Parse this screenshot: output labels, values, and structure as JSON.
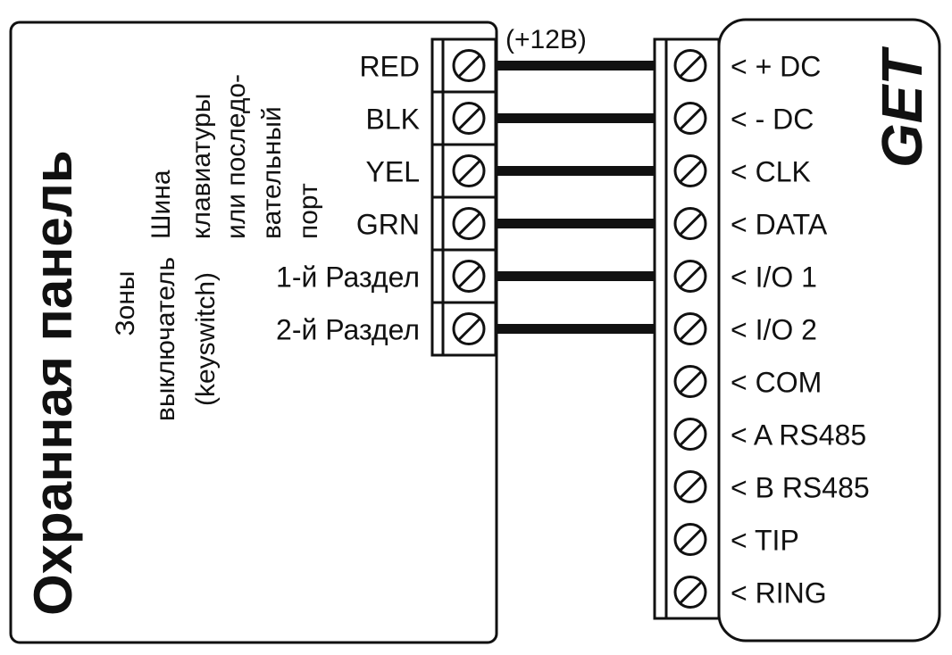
{
  "panel": {
    "title": "Охранная панель",
    "group_keypad_lines": [
      "Шина",
      "клавиатуры",
      "или последо-",
      "вательный",
      "порт"
    ],
    "group_zones_lines": [
      "Зоны",
      "выключатель",
      "(keyswitch)"
    ],
    "terminals": [
      "RED",
      "BLK",
      "YEL",
      "GRN",
      "1-й Раздел",
      "2-й Раздел"
    ]
  },
  "wire_note": "(+12В)",
  "device": {
    "brand": "GET",
    "terminals": [
      "< + DC",
      "< - DC",
      "< CLK",
      "< DATA",
      "< I/O 1",
      "< I/O 2",
      "< COM",
      "< A RS485",
      "< B RS485",
      "< TIP",
      "< RING"
    ]
  },
  "connections": [
    {
      "from": "RED",
      "to": "< + DC"
    },
    {
      "from": "BLK",
      "to": "< - DC"
    },
    {
      "from": "YEL",
      "to": "< CLK"
    },
    {
      "from": "GRN",
      "to": "< DATA"
    },
    {
      "from": "1-й Раздел",
      "to": "< I/O 1"
    },
    {
      "from": "2-й Раздел",
      "to": "< I/O 2"
    }
  ],
  "colors": {
    "stroke": "#111111",
    "background": "#ffffff"
  }
}
